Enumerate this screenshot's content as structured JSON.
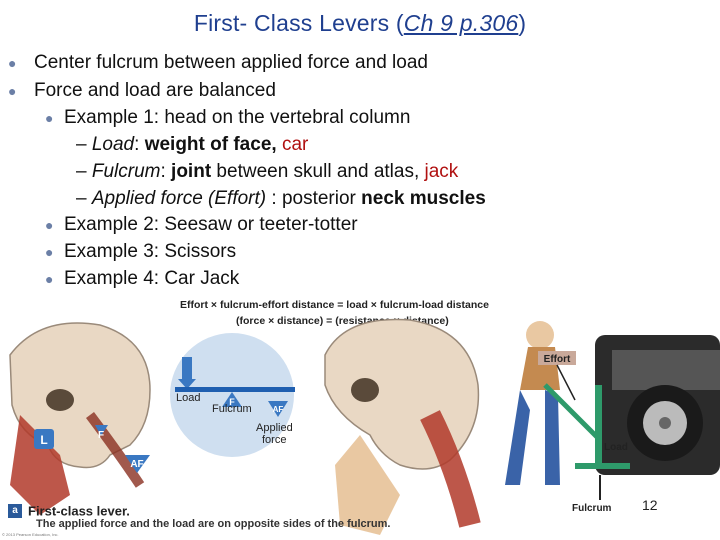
{
  "title": {
    "main": "First- Class Levers (",
    "ref": "Ch 9 p.306",
    "end": ")"
  },
  "bullets": {
    "b1": "Center fulcrum between applied force and load",
    "b2": "Force and load are balanced",
    "ex1": "Example 1: head on the vertebral column",
    "load_label": "Load",
    "load_sep": ": ",
    "load_value": "weight of face,",
    "load_red": "car",
    "fulcrum_label": "Fulcrum",
    "fulcrum_sep": ": ",
    "fulcrum_bold": "joint",
    "fulcrum_rest": " between skull and atlas, ",
    "fulcrum_red": "jack",
    "effort_label": "Applied force (Effort)",
    "effort_sep": " : posterior ",
    "effort_bold": "neck muscles",
    "ex2": "Example 2:  Seesaw or teeter-totter",
    "ex3": "Example 3:  Scissors",
    "ex4": "Example 4:  Car Jack",
    "dash": "– "
  },
  "figure": {
    "formula_1": "Effort × fulcrum-effort distance = load × fulcrum-load distance",
    "formula_2": "(force × distance) = (resistance × distance)",
    "label_load": "Load",
    "label_fulcrum": "Fulcrum",
    "label_applied_1": "Applied",
    "label_applied_2": "force",
    "badge_f": "F",
    "badge_af": "AF",
    "badge_l": "L",
    "jack_effort": "Effort",
    "jack_load": "Load",
    "jack_fulcrum": "Fulcrum",
    "caption_letter": "a",
    "caption_title": "First-class lever.",
    "caption_sub": "The applied force and the load are on opposite sides of the fulcrum.",
    "copyright": "© 2013 Pearson Education, Inc."
  },
  "slide_number": "12",
  "colors": {
    "title": "#1f3f8f",
    "red": "#b01010",
    "badge_blue": "#3a78c2",
    "skin": "#e9c8a2",
    "muscle": "#b23a2a",
    "effort_tag": "#c9a99a"
  }
}
